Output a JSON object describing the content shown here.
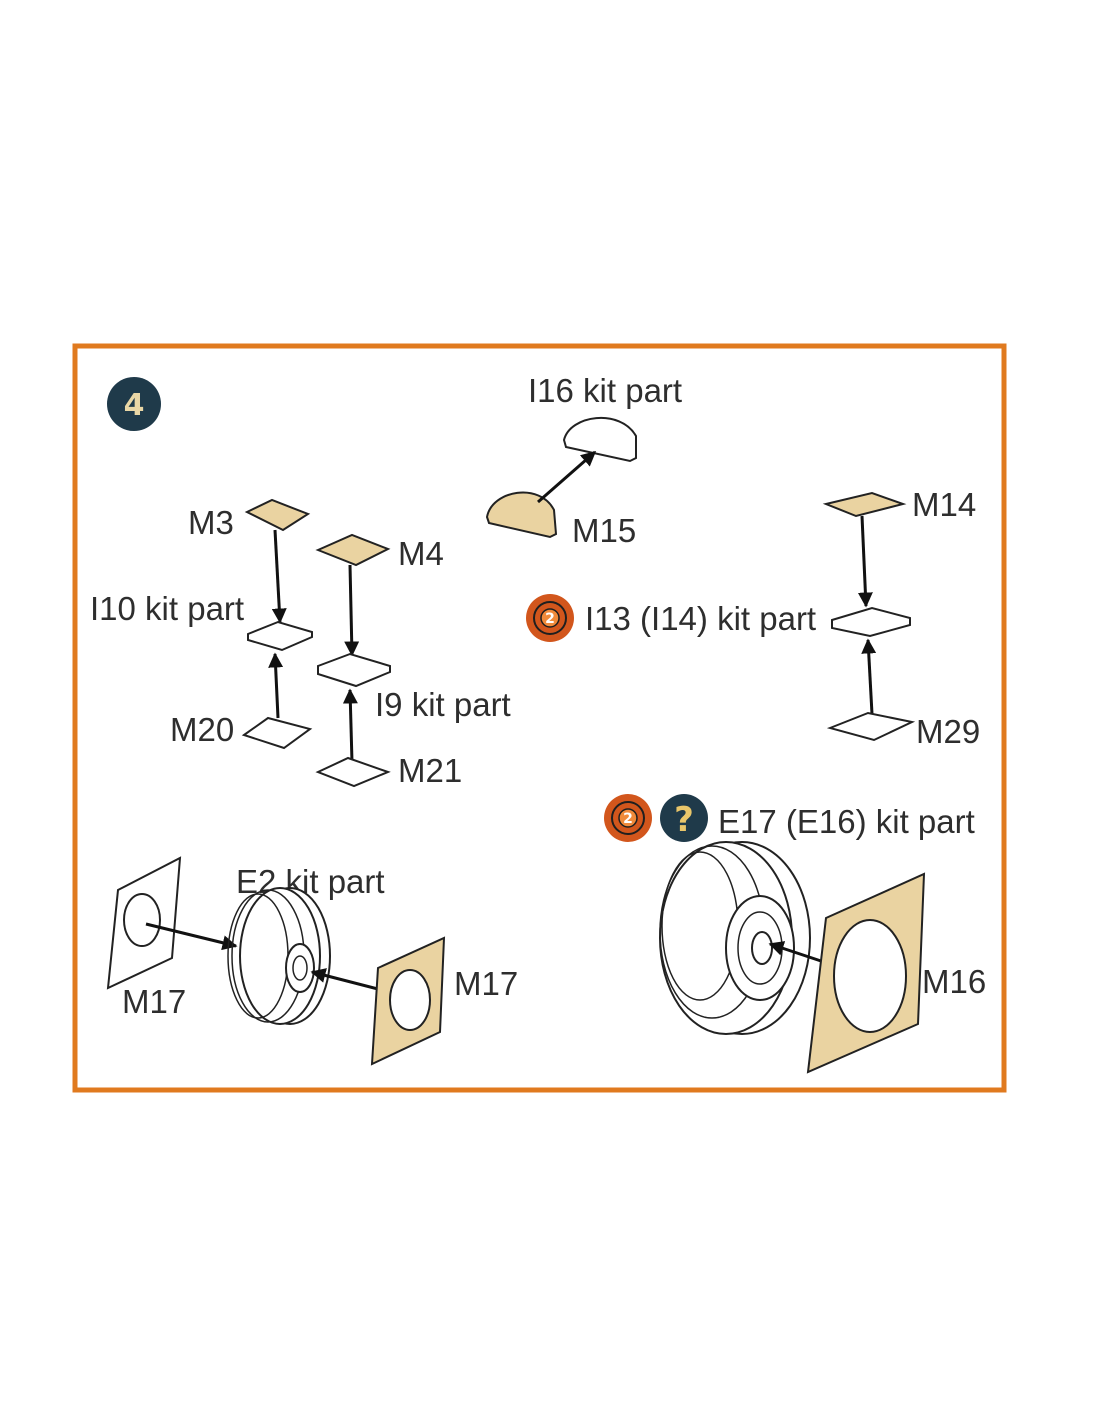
{
  "step": {
    "number": "4"
  },
  "labels": {
    "i16": "I16 kit part",
    "m15": "M15",
    "m3": "M3",
    "m4": "M4",
    "m14": "M14",
    "i10": "I10 kit part",
    "i13": "I13 (I14) kit part",
    "i9": "I9 kit part",
    "m20": "M20",
    "m21": "M21",
    "m29": "M29",
    "e17": "E17 (E16) kit part",
    "e2": "E2 kit part",
    "m17_left": "M17",
    "m17_right": "M17",
    "m16": "M16"
  },
  "icons": {
    "rotate_icon_number": "2",
    "question_mark": "?"
  },
  "colors": {
    "frame": "#e07a1f",
    "badge": "#1f3a4a",
    "beige": "#ead3a1",
    "orange_icon": "#d2561c"
  }
}
